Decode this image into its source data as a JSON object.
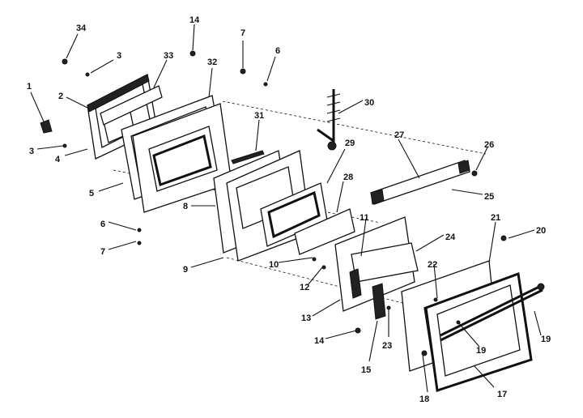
{
  "callouts": [
    {
      "id": "c-34",
      "text": "34"
    },
    {
      "id": "c-3a",
      "text": "3"
    },
    {
      "id": "c-33",
      "text": "33"
    },
    {
      "id": "c-14a",
      "text": "14"
    },
    {
      "id": "c-7a",
      "text": "7"
    },
    {
      "id": "c-6a",
      "text": "6"
    },
    {
      "id": "c-32",
      "text": "32"
    },
    {
      "id": "c-1",
      "text": "1"
    },
    {
      "id": "c-2",
      "text": "2"
    },
    {
      "id": "c-30",
      "text": "30"
    },
    {
      "id": "c-3b",
      "text": "3"
    },
    {
      "id": "c-31",
      "text": "31"
    },
    {
      "id": "c-4",
      "text": "4"
    },
    {
      "id": "c-27",
      "text": "27"
    },
    {
      "id": "c-26",
      "text": "26"
    },
    {
      "id": "c-29",
      "text": "29"
    },
    {
      "id": "c-5",
      "text": "5"
    },
    {
      "id": "c-8",
      "text": "8"
    },
    {
      "id": "c-28",
      "text": "28"
    },
    {
      "id": "c-25",
      "text": "25"
    },
    {
      "id": "c-21",
      "text": "21"
    },
    {
      "id": "c-20",
      "text": "20"
    },
    {
      "id": "c-6b",
      "text": "6"
    },
    {
      "id": "c-11",
      "text": "11"
    },
    {
      "id": "c-7b",
      "text": "7"
    },
    {
      "id": "c-24",
      "text": "24"
    },
    {
      "id": "c-9",
      "text": "9"
    },
    {
      "id": "c-10",
      "text": "10"
    },
    {
      "id": "c-22",
      "text": "22"
    },
    {
      "id": "c-12",
      "text": "12"
    },
    {
      "id": "c-13",
      "text": "13"
    },
    {
      "id": "c-19a",
      "text": "19"
    },
    {
      "id": "c-14b",
      "text": "14"
    },
    {
      "id": "c-23",
      "text": "23"
    },
    {
      "id": "c-19b",
      "text": "19"
    },
    {
      "id": "c-15",
      "text": "15"
    },
    {
      "id": "c-18",
      "text": "18"
    },
    {
      "id": "c-17",
      "text": "17"
    }
  ]
}
